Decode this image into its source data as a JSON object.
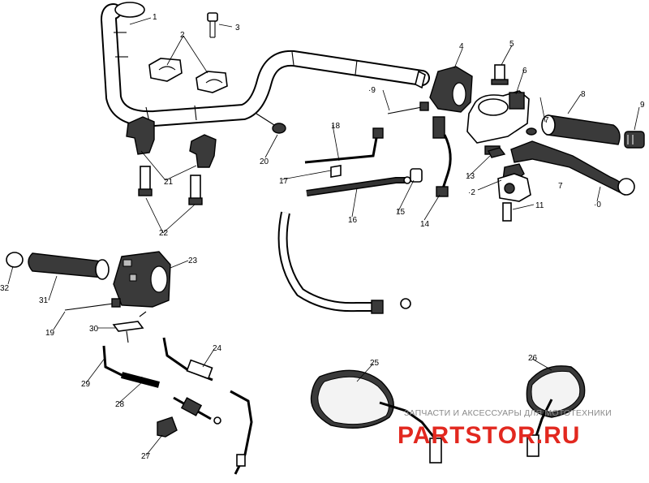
{
  "callouts": [
    "1",
    "2",
    "3",
    "4",
    "5",
    "6",
    "7",
    "7",
    "8",
    "9",
    "·9",
    "·0",
    "11",
    "·2",
    "13",
    "14",
    "15",
    "16",
    "17",
    "18",
    "20",
    "21",
    "22",
    "23",
    "24",
    "25",
    "26",
    "27",
    "28",
    "29",
    "30",
    "31",
    "32",
    "19"
  ],
  "watermark": {
    "tagline": "ЗАПЧАСТИ И АКСЕССУАРЫ ДЛЯ МОТОТЕХНИКИ",
    "brand": "PARTSТOR.RU",
    "brand_color": "#e2281f"
  }
}
